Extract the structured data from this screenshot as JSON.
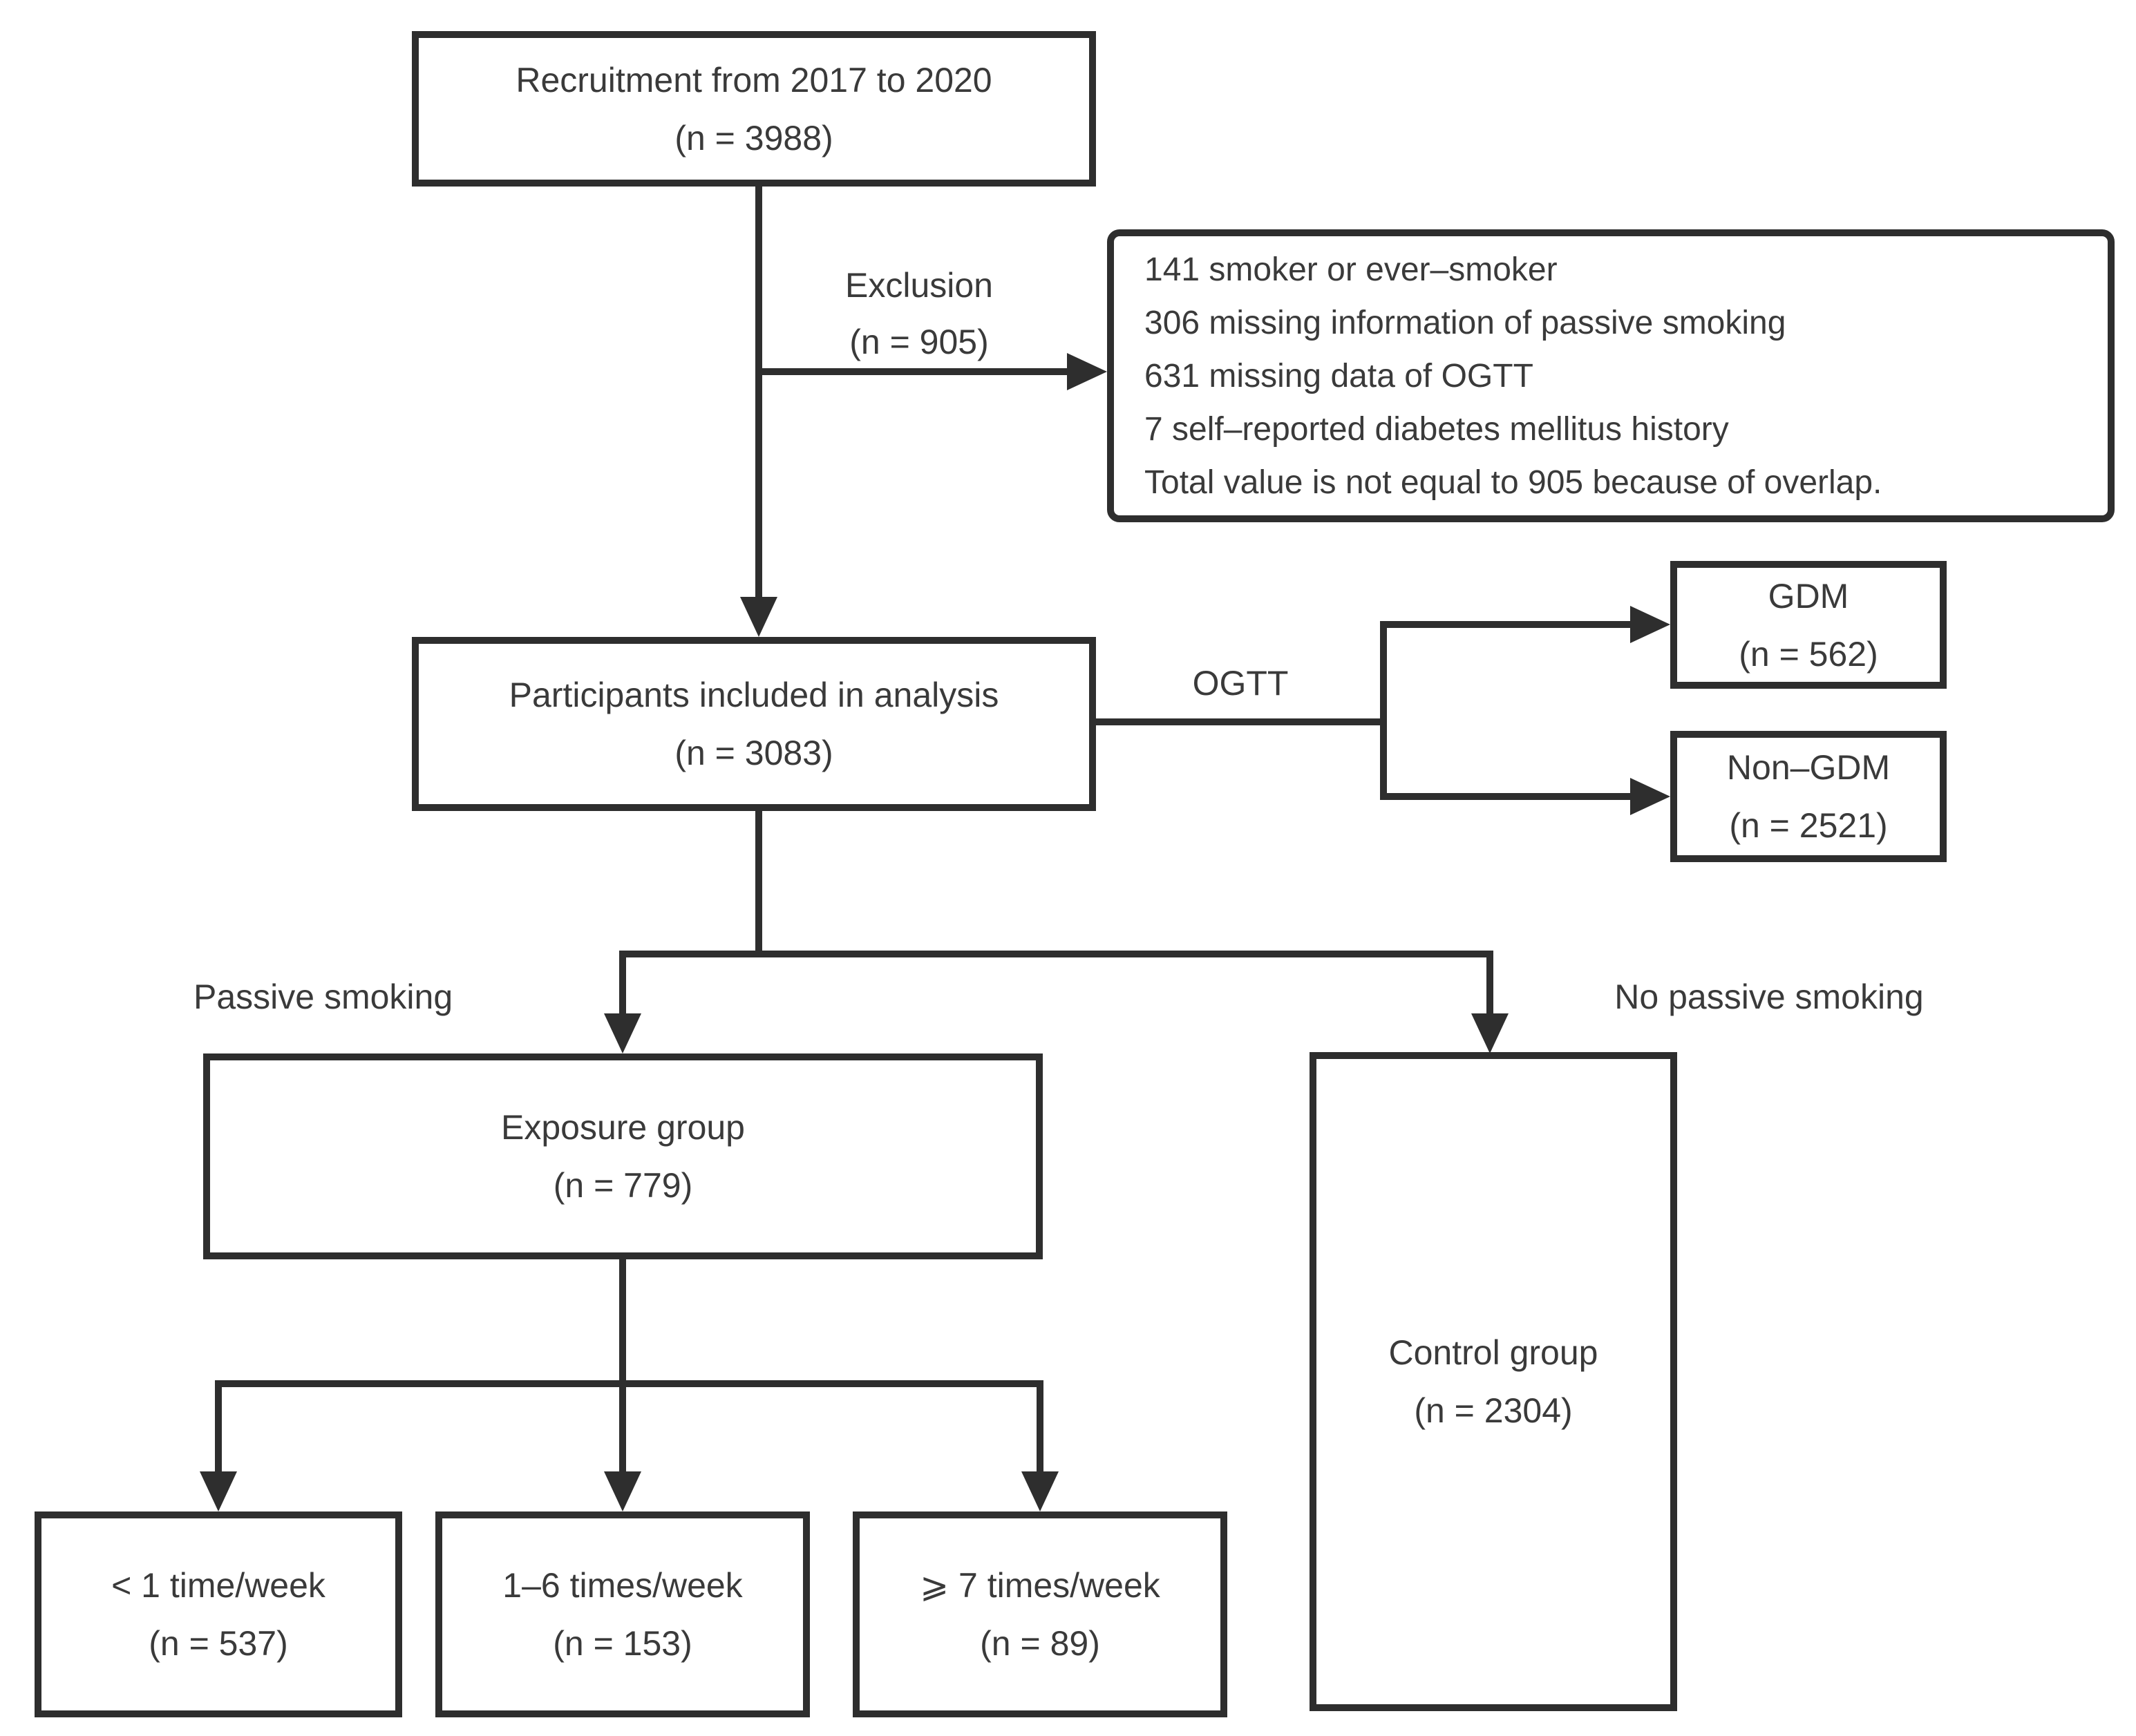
{
  "figure": {
    "colors": {
      "line": "#2e2e2e",
      "text": "#3a3a3a",
      "background": "#ffffff"
    },
    "nodes": {
      "recruitment": {
        "title": "Recruitment from 2017 to 2020",
        "n": "(n = 3988)"
      },
      "participants": {
        "title": "Participants included in analysis",
        "n": "(n = 3083)"
      },
      "gdm": {
        "title": "GDM",
        "n": "(n = 562)"
      },
      "non_gdm": {
        "title": "Non–GDM",
        "n": "(n = 2521)"
      },
      "exposure": {
        "title": "Exposure group",
        "n": "(n = 779)"
      },
      "control": {
        "title": "Control group",
        "n": "(n = 2304)"
      },
      "freq_lt1": {
        "title": "< 1 time/week",
        "n": "(n = 537)"
      },
      "freq_1to6": {
        "title": "1–6 times/week",
        "n": "(n = 153)"
      },
      "freq_ge7": {
        "title": "⩾ 7 times/week",
        "n": "(n = 89)"
      }
    },
    "exclusion": {
      "label": "Exclusion",
      "n": "(n = 905)",
      "items": [
        "141 smoker or ever–smoker",
        "306 missing information of passive smoking",
        "631 missing data of OGTT",
        "7 self–reported diabetes mellitus history",
        "Total value is not equal to 905 because of overlap."
      ]
    },
    "edge_labels": {
      "ogtt": "OGTT",
      "passive": "Passive smoking",
      "no_passive": "No passive smoking"
    }
  }
}
